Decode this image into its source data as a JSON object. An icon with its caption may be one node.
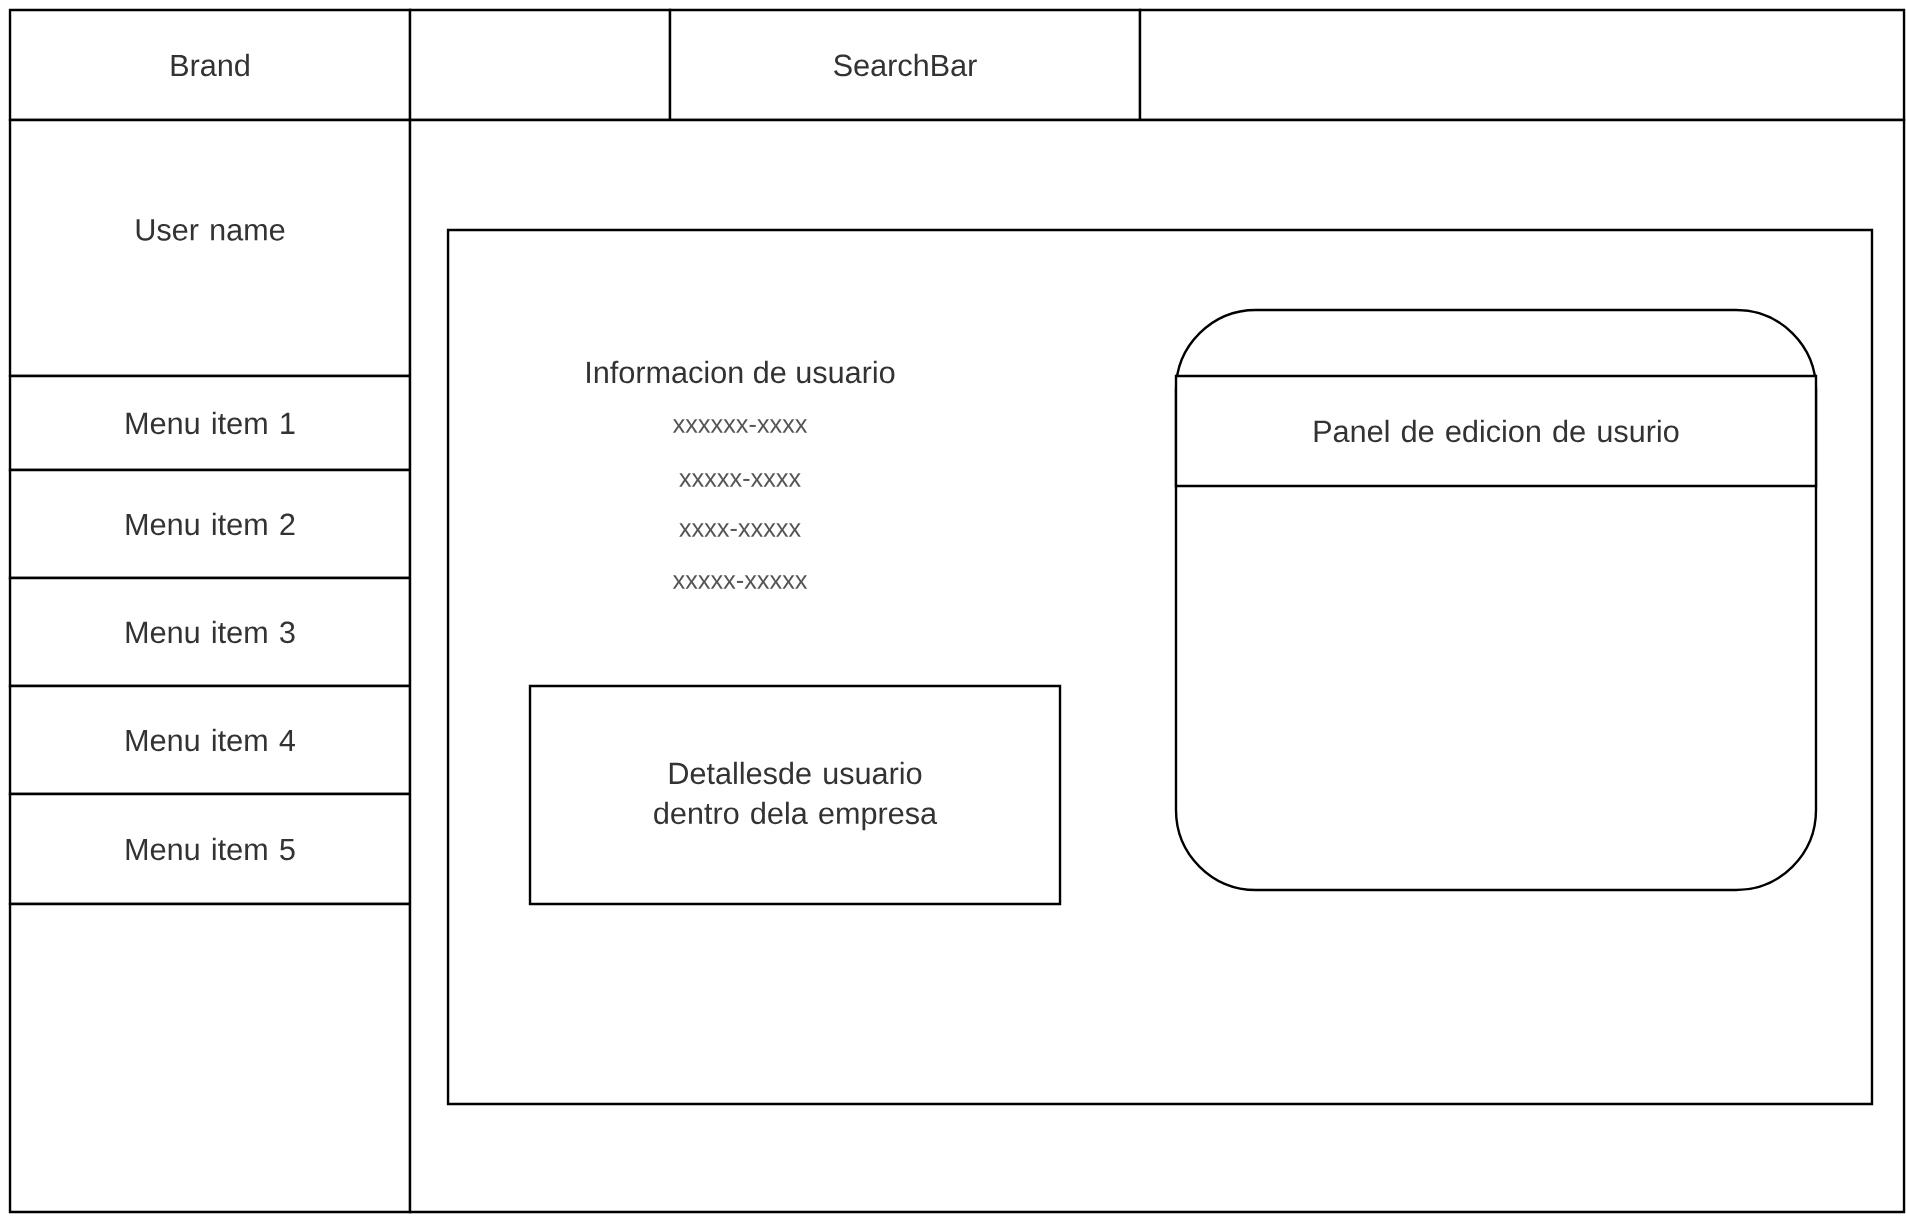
{
  "diagram": {
    "nodes": [
      {
        "text": [
          "Brand"
        ]
      },
      {
        "text": [],
        "shape": "box"
      },
      {
        "text": [
          "SearchBar"
        ]
      },
      {
        "text": [],
        "shape": "box"
      },
      {
        "text": [
          "User name"
        ]
      },
      {
        "text": [
          "Menu item 1"
        ]
      },
      {
        "text": [
          "Menu item 2"
        ]
      },
      {
        "text": [
          "Menu item 3"
        ]
      },
      {
        "text": [
          "Menu item 4"
        ]
      },
      {
        "text": [
          "Menu item 5"
        ]
      },
      {
        "text": [],
        "shape": "box"
      },
      {
        "text": [],
        "shape": "box"
      },
      {
        "text": [],
        "shape": "box",
        "in": 11
      },
      {
        "text": [
          "Detallesde usuario dentro dela empresa"
        ],
        "in": 12
      },
      {
        "text": [],
        "shape": "box",
        "in": 12
      },
      {
        "text": [
          "Panel de edicion de usurio"
        ],
        "in": 14
      }
    ],
    "labels": [
      "Informacion de usuario",
      "xxxxxx-xxxx",
      "xxxxx-xxxx",
      "xxxx-xxxxx",
      "xxxxx-xxxxx"
    ]
  }
}
